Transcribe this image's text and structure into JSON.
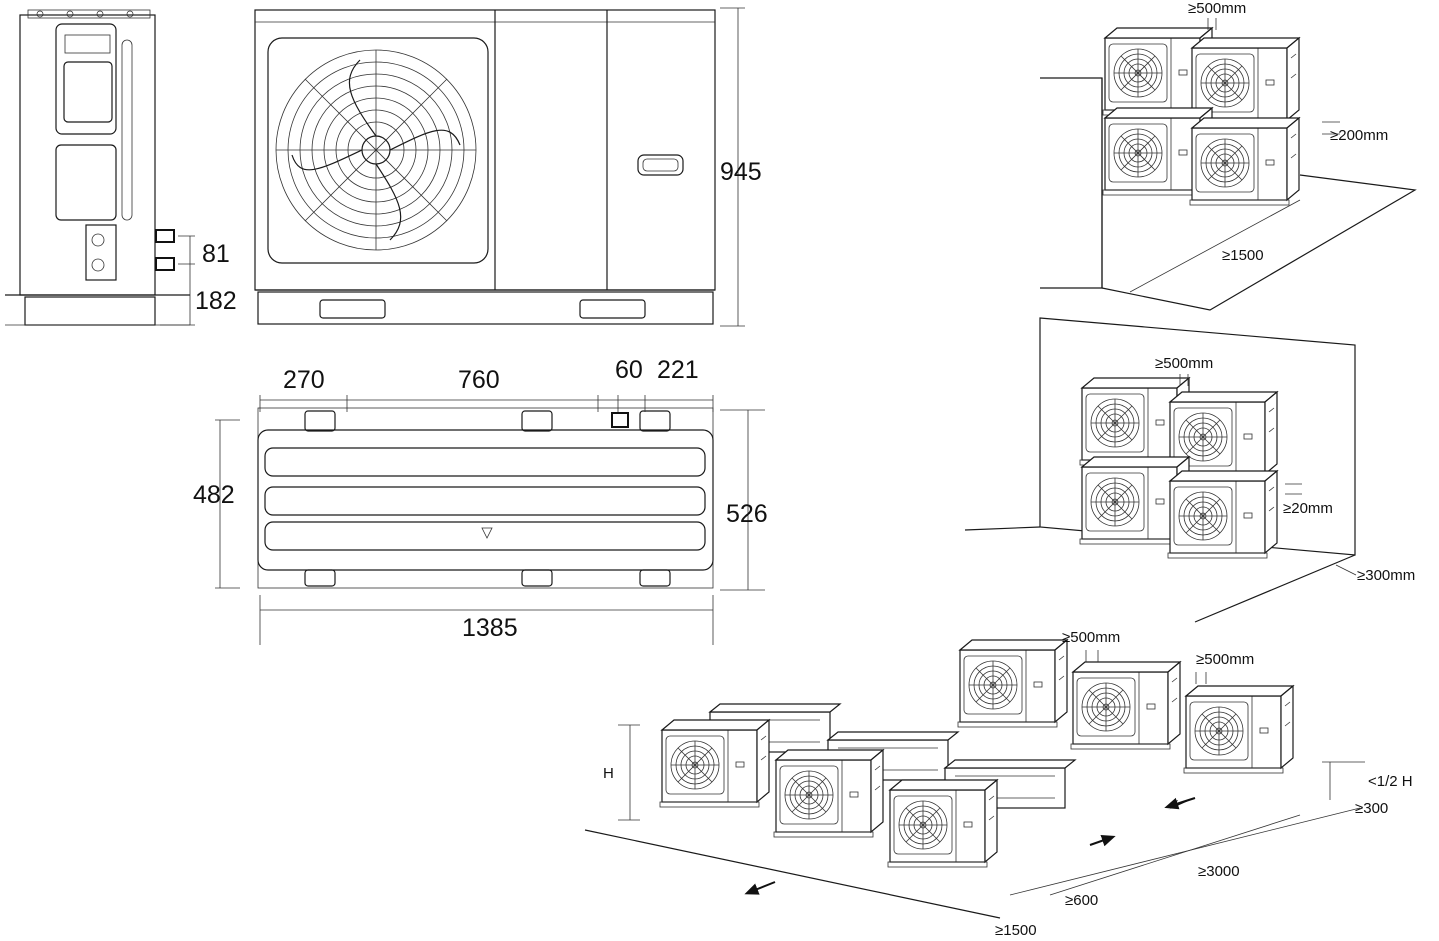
{
  "dimensions": {
    "height": "945",
    "pipe_spacing": "81",
    "base_height": "182",
    "mount_270": "270",
    "mount_760": "760",
    "mount_60": "60",
    "mount_221": "221",
    "depth_inner": "482",
    "depth_outer": "526",
    "width": "1385"
  },
  "clearances_stacked_wall_corner": {
    "side_gap": "≥500mm",
    "vertical_gap": "≥200mm",
    "front": "≥1500"
  },
  "clearances_stacked_wall_back": {
    "side_gap": "≥500mm",
    "vertical_gap": "≥20mm",
    "back": "≥300mm"
  },
  "clearances_rows": {
    "side_gap_a": "≥500mm",
    "side_gap_b": "≥500mm",
    "wall_height": "H",
    "wall_limit": "<1/2 H",
    "back": "≥300",
    "row_spacing": "≥3000",
    "row_back": "≥600",
    "front": "≥1500"
  }
}
